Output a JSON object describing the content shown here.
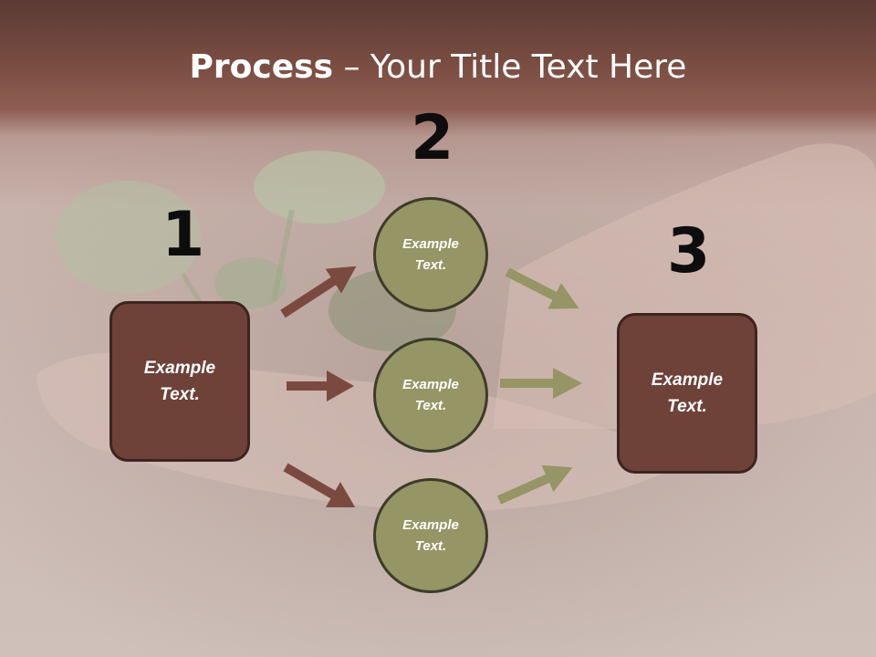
{
  "title": {
    "bold": "Process",
    "rest": " – Your Title Text Here"
  },
  "steps": [
    {
      "number": "1",
      "text": "Example\nText."
    },
    {
      "number": "2"
    },
    {
      "number": "3",
      "text": "Example\nText."
    }
  ],
  "circles": [
    {
      "text": "Example\nText."
    },
    {
      "text": "Example\nText."
    },
    {
      "text": "Example\nText."
    }
  ],
  "colors": {
    "box_fill": "#6e4239",
    "circle_fill": "#959565",
    "left_arrow": "#7a4a40",
    "right_arrow": "#959565"
  }
}
